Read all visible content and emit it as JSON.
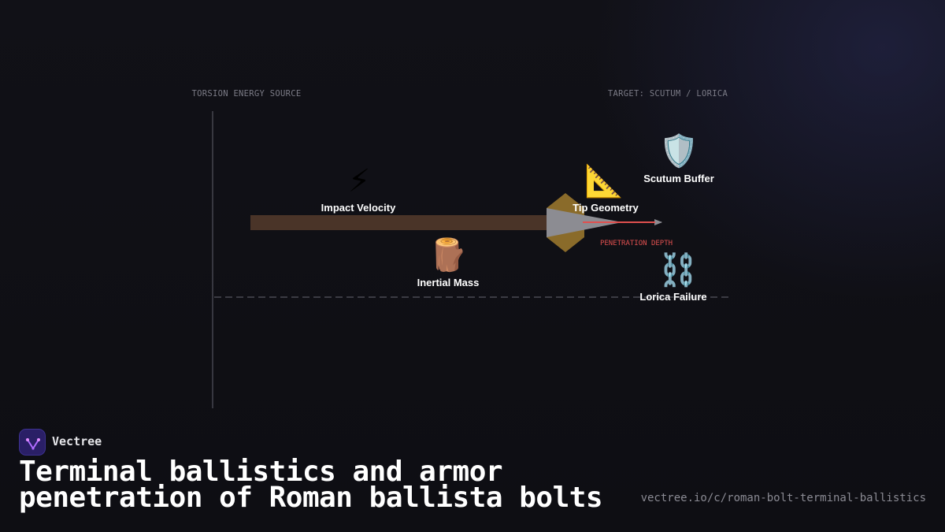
{
  "diagram": {
    "source_label": "TORSION ENERGY SOURCE",
    "target_label": "TARGET: SCUTUM / LORICA",
    "penetration_label": "PENETRATION DEPTH",
    "nodes": [
      {
        "id": "impact-velocity",
        "label": "Impact Velocity",
        "icon": "⚡",
        "icon_name": "lightning-icon"
      },
      {
        "id": "inertial-mass",
        "label": "Inertial Mass",
        "icon": "🪵",
        "icon_name": "wood-log-icon"
      },
      {
        "id": "tip-geometry",
        "label": "Tip Geometry",
        "icon": "📐",
        "icon_name": "triangular-ruler-icon"
      },
      {
        "id": "scutum-buffer",
        "label": "Scutum Buffer",
        "icon": "🛡️",
        "icon_name": "shield-icon"
      },
      {
        "id": "lorica-failure",
        "label": "Lorica Failure",
        "icon": "⛓️",
        "icon_name": "chains-icon"
      }
    ]
  },
  "footer": {
    "brand": "Vectree",
    "title": "Terminal ballistics and armor penetration of Roman ballista bolts",
    "url": "vectree.io/c/roman-bolt-terminal-ballistics"
  },
  "colors": {
    "background": "#0f0f14",
    "bolt_shaft": "#4a3428",
    "bolt_fletch": "#8a6b2a",
    "bolt_tip": "#8c8c92",
    "penetration": "#e0504f",
    "brand_logo": "#2a1f66"
  }
}
